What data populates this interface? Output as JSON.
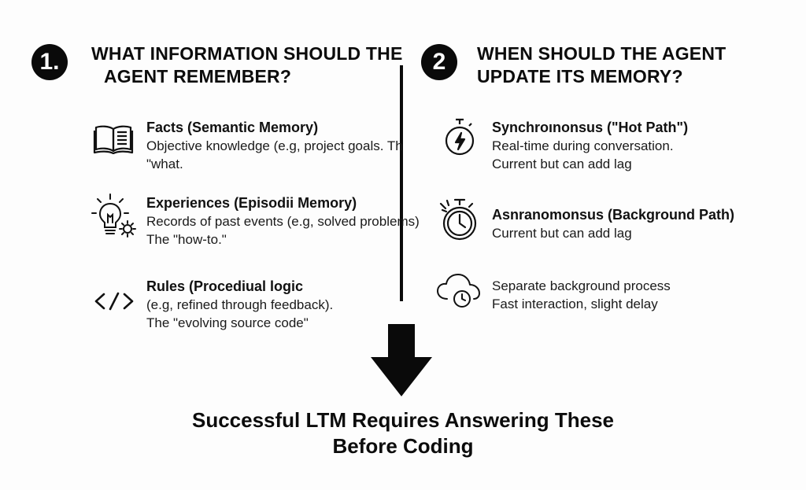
{
  "section1": {
    "number": "1.",
    "heading_line1": "WHAT INFORMATION SHOULD THE",
    "heading_line2": "AGENT REMEMBER?",
    "items": [
      {
        "icon": "book-icon",
        "title": "Facts (Semantic Memory)",
        "line1": "Objective knowledge (e.g, project goals. Th",
        "line2": "\"what."
      },
      {
        "icon": "lightbulb-gear-icon",
        "title": "Experiences (Episodii Memory)",
        "line1": "Records of past events (e.g, solved problems)",
        "line2": "The \"how-to.\""
      },
      {
        "icon": "code-icon",
        "title": "Rules    (Procediual logic",
        "line1": "(e.g, refined through feedback).",
        "line2": "The \"evolving source code\""
      }
    ]
  },
  "section2": {
    "number": "2",
    "heading_line1": "WHEN SHOULD THE AGENT",
    "heading_line2": "UPDATE ITS MEMORY?",
    "items": [
      {
        "icon": "stopwatch-lightning-icon",
        "title": "Synchroınonsus (\"Hot Path\")",
        "line1": "Real-time during conversation.",
        "line2": "Current but can add lag"
      },
      {
        "icon": "alarm-clock-icon",
        "title": "Asnranomonsus (Background Path)",
        "line1": "Current but can add lag"
      },
      {
        "icon": "cloud-clock-icon",
        "line1": "Separate background process",
        "line2": "Fast interaction, slight delay"
      }
    ]
  },
  "footer": {
    "line1": "Successful LTM Requires Answering These",
    "line2": "Before Coding"
  }
}
